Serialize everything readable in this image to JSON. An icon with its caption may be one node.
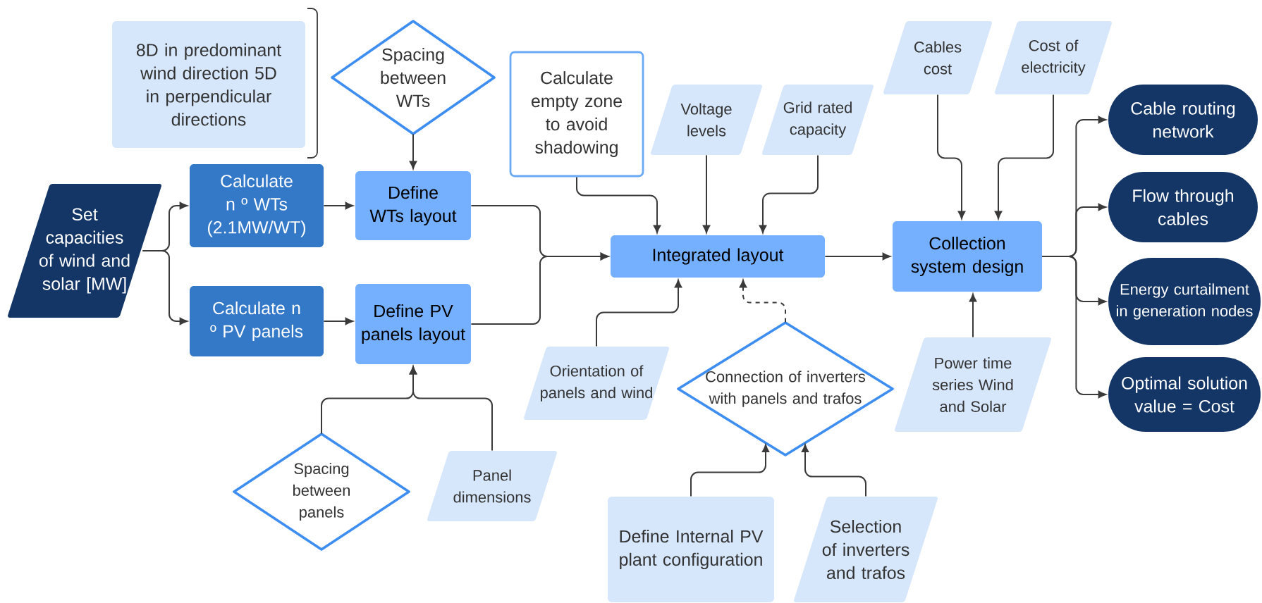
{
  "diagram": {
    "nodes": [
      {
        "text": [
          "8D in predominant wind direction 5D in perpendicular directions"
        ]
      },
      {
        "text": [
          "Spacing between WTs"
        ]
      },
      {
        "text": [
          "Calculate empty zone to avoid shadowing"
        ]
      },
      {
        "text": [
          "Voltage levels"
        ]
      },
      {
        "text": [
          "Grid rated capacity"
        ]
      },
      {
        "text": [
          "Cables cost"
        ]
      },
      {
        "text": [
          "Cost of electricity"
        ]
      },
      {
        "text": [
          "Set capacities of wind and solar [MW]"
        ]
      },
      {
        "text": [
          "Calculate n º WTs (2.1MW/WT)"
        ]
      },
      {
        "text": [
          "Define WTs layout"
        ]
      },
      {
        "text": [
          "Calculate n º PV panels"
        ]
      },
      {
        "text": [
          "Define PV panels layout"
        ]
      },
      {
        "text": [
          "Integrated layout"
        ]
      },
      {
        "text": [
          "Collection system design"
        ]
      },
      {
        "text": [
          "Cable routing network"
        ]
      },
      {
        "text": [
          "Flow through cables"
        ]
      },
      {
        "text": [
          "Energy curtailment in generation nodes"
        ]
      },
      {
        "text": [
          "Optimal solution value = Cost"
        ]
      },
      {
        "text": [
          "Orientation of panels and wind"
        ]
      },
      {
        "text": [
          "Connection of inverters with panels and trafos"
        ]
      },
      {
        "text": [
          "Power time series Wind and Solar"
        ]
      },
      {
        "text": [
          "Spacing between panels"
        ]
      },
      {
        "text": [
          "Panel dimensions"
        ]
      },
      {
        "text": [
          "Define Internal PV plant configuration"
        ]
      },
      {
        "text": [
          "Selection of inverters and trafos"
        ]
      }
    ],
    "edges": [
      {
        "from": 7,
        "to": 8,
        "arrow": "to"
      },
      {
        "from": 7,
        "to": 10,
        "arrow": "to"
      },
      {
        "from": 8,
        "to": 9,
        "arrow": "to"
      },
      {
        "from": 10,
        "to": 11,
        "arrow": "to"
      },
      {
        "from": 1,
        "to": 9,
        "arrow": "to"
      },
      {
        "from": 9,
        "to": 12,
        "arrow": "to"
      },
      {
        "from": 11,
        "to": 12,
        "arrow": "to"
      },
      {
        "from": 2,
        "to": 12,
        "arrow": "to"
      },
      {
        "from": 3,
        "to": 12,
        "arrow": "to"
      },
      {
        "from": 4,
        "to": 12,
        "arrow": "to"
      },
      {
        "from": 18,
        "to": 12,
        "arrow": "to"
      },
      {
        "from": 19,
        "to": 12,
        "arrow": "to",
        "style": "dashed"
      },
      {
        "from": 21,
        "to": 11,
        "arrow": "to"
      },
      {
        "from": 22,
        "to": 11,
        "arrow": "to"
      },
      {
        "from": 12,
        "to": 13,
        "arrow": "to"
      },
      {
        "from": 5,
        "to": 13,
        "arrow": "to"
      },
      {
        "from": 6,
        "to": 13,
        "arrow": "to"
      },
      {
        "from": 20,
        "to": 13,
        "arrow": "to"
      },
      {
        "from": 13,
        "to": 14,
        "arrow": "to"
      },
      {
        "from": 13,
        "to": 15,
        "arrow": "to"
      },
      {
        "from": 13,
        "to": 16,
        "arrow": "to"
      },
      {
        "from": 13,
        "to": 17,
        "arrow": "to"
      },
      {
        "from": 23,
        "to": 19,
        "arrow": "to"
      },
      {
        "from": 24,
        "to": 19,
        "arrow": "to"
      }
    ]
  }
}
